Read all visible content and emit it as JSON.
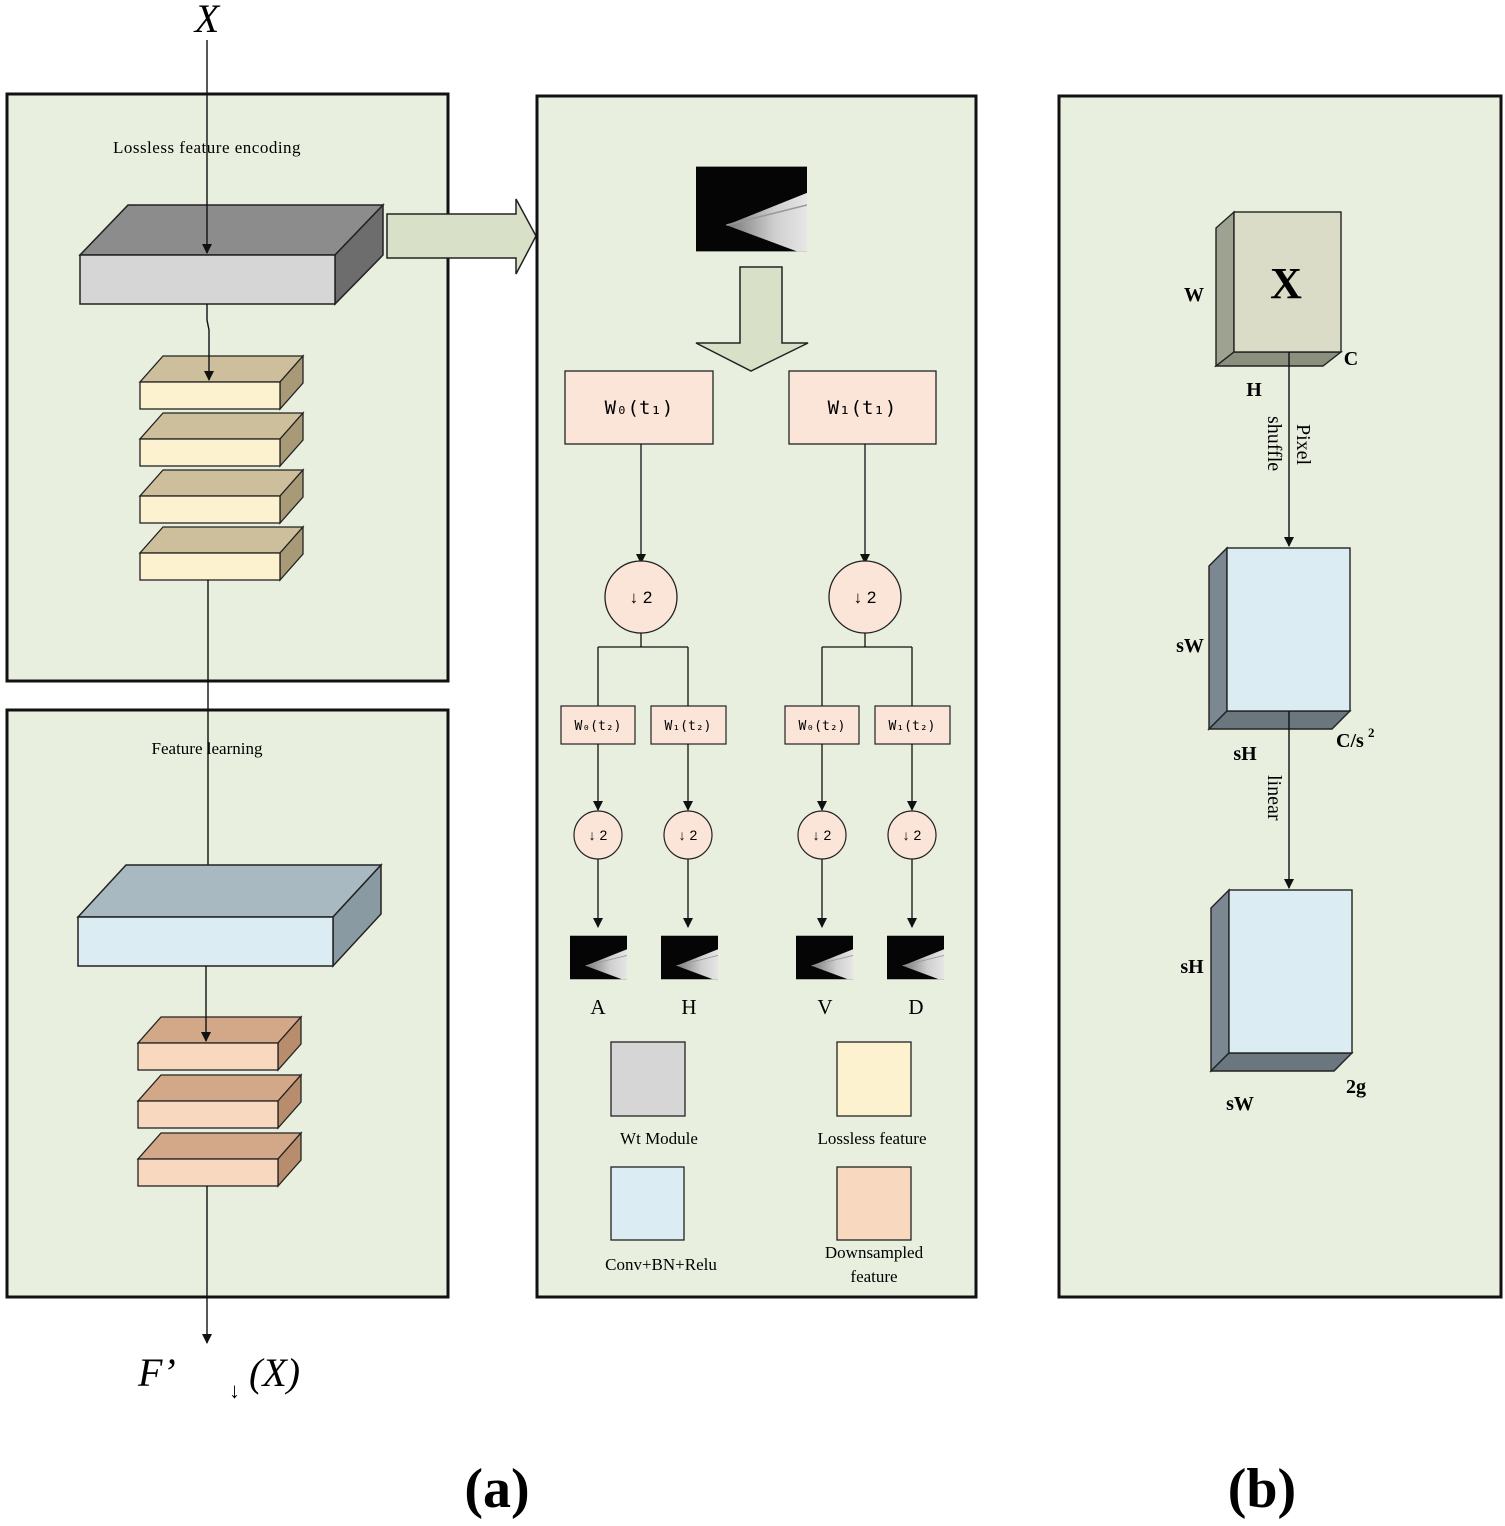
{
  "left_panel": {
    "input_label": "X",
    "top_box_label": "Lossless feature encoding",
    "bottom_box_label": "Feature learning",
    "output_label_main": "F’",
    "output_label_arrow": "↓",
    "output_label_tail": "(X)"
  },
  "wavelet_panel": {
    "filter_level1": [
      "W₀(t₁)",
      "W₁(t₁)"
    ],
    "down_label": "↓ 2",
    "filter_level2": [
      "W₀(t₂)",
      "W₁(t₂)",
      "W₀(t₂)",
      "W₁(t₂)"
    ],
    "subbands": [
      "A",
      "H",
      "V",
      "D"
    ],
    "legend": {
      "wt_module": "Wt Module",
      "lossless_feature": "Lossless feature",
      "conv_bn_relu": "Conv+BN+Relu",
      "downsampled_feature_line1": "Downsampled",
      "downsampled_feature_line2": "feature"
    },
    "colors": {
      "wt_module": "#d6d6d6",
      "lossless_feature": "#fdf2cf",
      "conv_bn_relu": "#dbecf2",
      "downsampled_feature": "#f8d8bf"
    }
  },
  "pixel_shuffle_panel": {
    "input_tensor": {
      "symbol": "X",
      "w": "W",
      "h": "H",
      "c": "C"
    },
    "op1_line1": "Pixel",
    "op1_line2": "shuffle",
    "mid_tensor": {
      "w": "sW",
      "h": "sH",
      "c": "C/s",
      "c_sup": "2"
    },
    "op2": "linear",
    "out_tensor": {
      "h": "sH",
      "w": "sW",
      "c": "2g"
    }
  },
  "captions": {
    "a": "(a)",
    "b": "(b)"
  },
  "panel_background": "#e9efdf"
}
